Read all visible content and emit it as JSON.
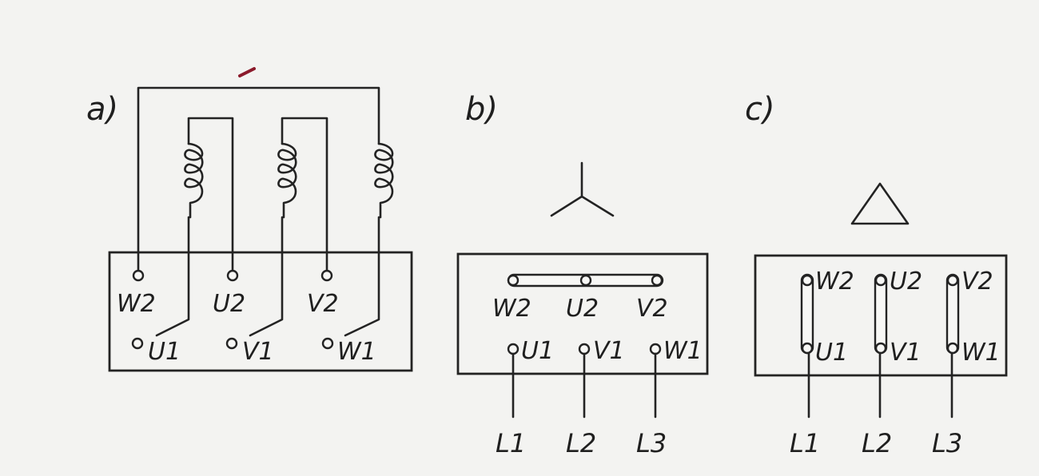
{
  "panels": {
    "a": {
      "label": "a)",
      "terminals_top": [
        "W2",
        "U2",
        "V2"
      ],
      "terminals_bottom": [
        "U1",
        "V1",
        "W1"
      ]
    },
    "b": {
      "label": "b)",
      "symbol": "star-symbol",
      "terminals_top": [
        "W2",
        "U2",
        "V2"
      ],
      "terminals_bottom": [
        "U1",
        "V1",
        "W1"
      ],
      "lines": [
        "L1",
        "L2",
        "L3"
      ]
    },
    "c": {
      "label": "c)",
      "symbol": "delta-symbol",
      "terminals_top": [
        "W2",
        "U2",
        "V2"
      ],
      "terminals_bottom": [
        "U1",
        "V1",
        "W1"
      ],
      "lines": [
        "L1",
        "L2",
        "L3"
      ]
    }
  },
  "colors": {
    "ink": "#232323",
    "paper": "#f3f3f1",
    "mark": "#8b1a2b"
  },
  "icons": [
    "coil-icon",
    "star-symbol",
    "delta-symbol",
    "terminal-icon",
    "link-bar"
  ]
}
